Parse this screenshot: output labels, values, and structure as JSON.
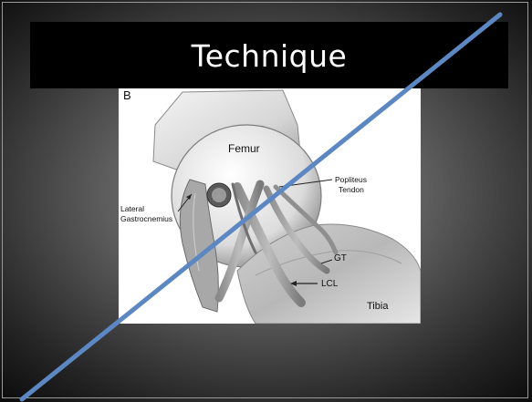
{
  "slide": {
    "title": "Technique"
  },
  "figure": {
    "panel_letter": "B",
    "labels": {
      "femur": "Femur",
      "popliteus_line1": "Popliteus",
      "popliteus_line2": "Tendon",
      "lateral_line1": "Lateral",
      "lateral_line2": "Gastrocnemius",
      "gt": "GT",
      "lcl": "LCL",
      "tibia": "Tibia"
    }
  },
  "colors": {
    "slash_line": "#5b87c3",
    "title_bar": "#000000",
    "title_text": "#ffffff"
  }
}
